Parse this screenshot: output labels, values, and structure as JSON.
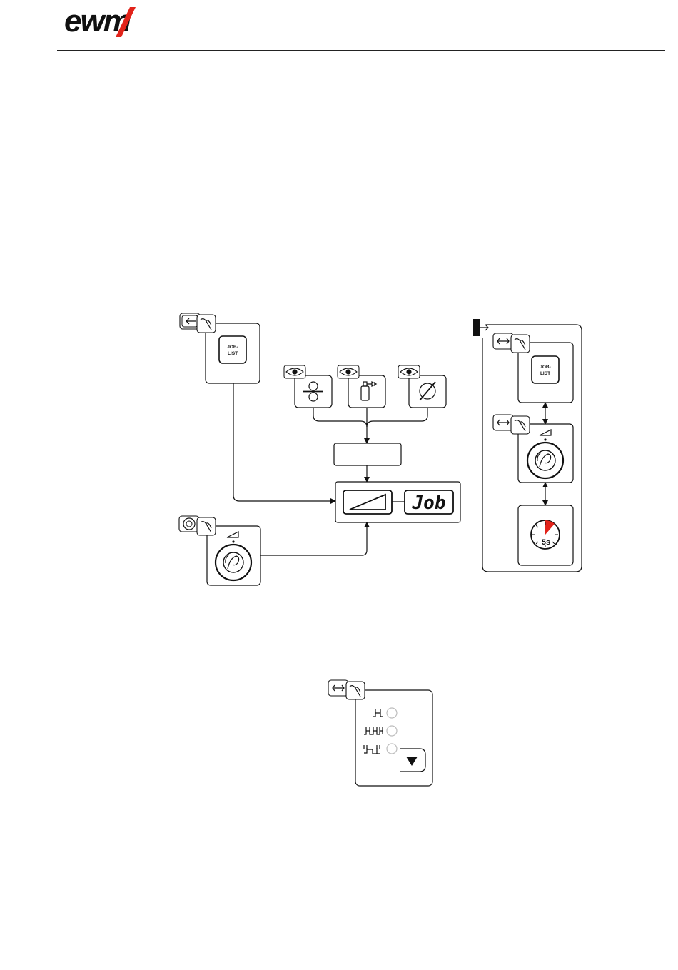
{
  "brand": {
    "logo_text": "ewm"
  },
  "controls": {
    "job_list_label_line1": "JOB-",
    "job_list_label_line2": "LIST",
    "display_mode_text": "Job",
    "timer_label": "5s"
  },
  "colors": {
    "accent_red": "#e2231a",
    "ink": "#111111",
    "led_grey": "#bdbdbd"
  },
  "icons": [
    "arrow-left-hand-icon",
    "hand-press-icon",
    "wire-feed-icon",
    "gas-bottle-icon",
    "diameter-icon",
    "eye-icon",
    "ramp-icon",
    "rotary-knob-icon",
    "rotate-hand-icon",
    "double-arrow-hand-icon",
    "exit-icon",
    "timer-icon",
    "down-arrow-icon",
    "2-cycle-icon",
    "4-cycle-icon",
    "special-cycle-icon"
  ]
}
